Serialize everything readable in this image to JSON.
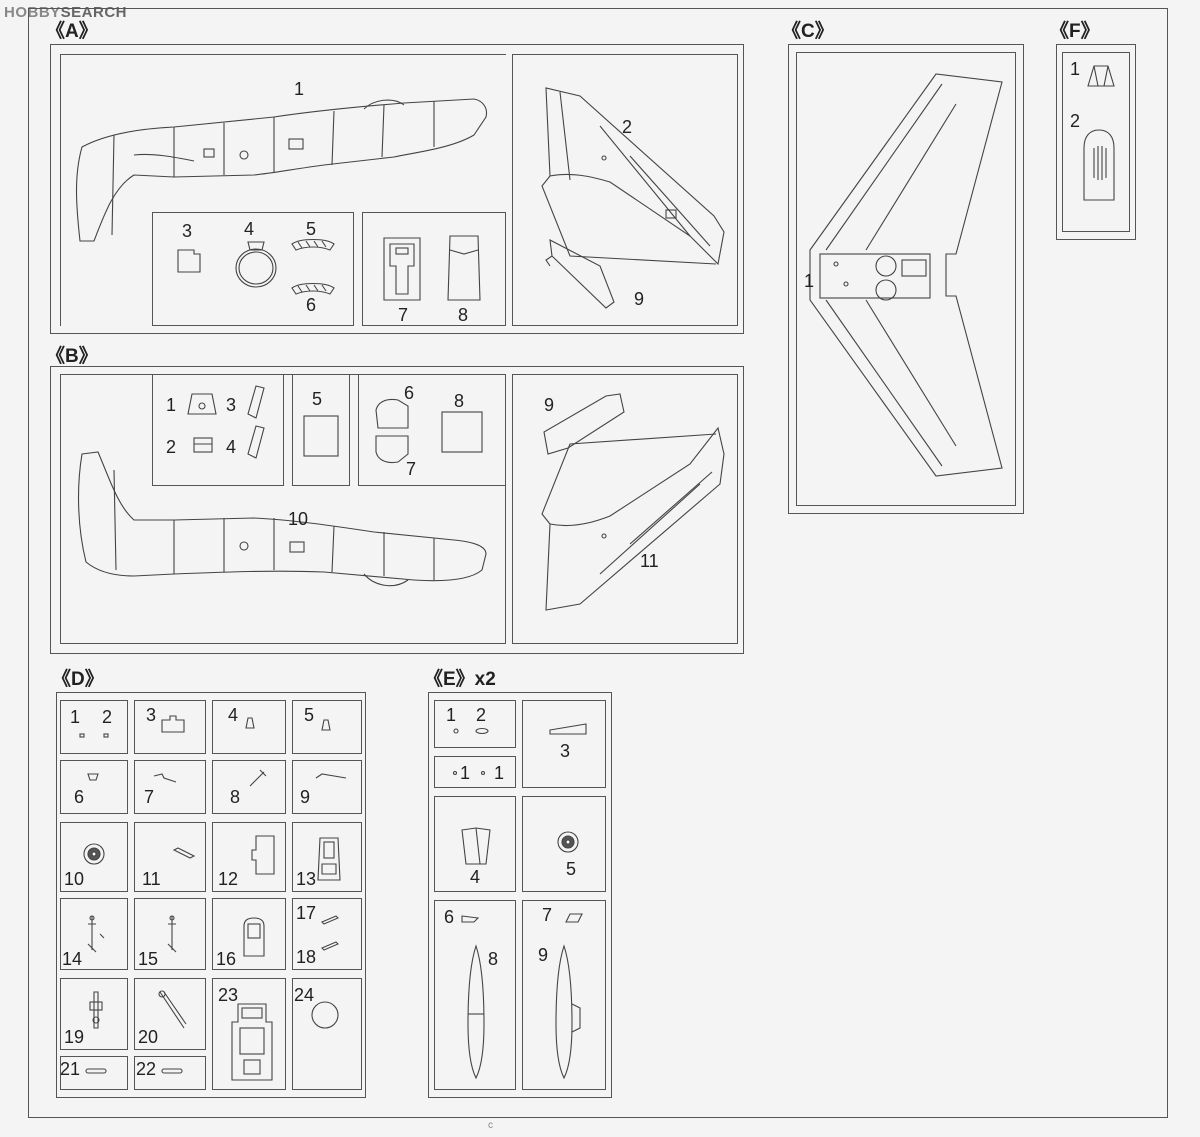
{
  "watermark": {
    "brand": "HOBBY",
    "suffix": "SEARCH"
  },
  "footer_mark": "c",
  "sections": {
    "A": {
      "label": "《A》",
      "parts": [
        "1",
        "2",
        "3",
        "4",
        "5",
        "6",
        "7",
        "8",
        "9"
      ]
    },
    "B": {
      "label": "《B》",
      "parts": [
        "1",
        "2",
        "3",
        "4",
        "5",
        "6",
        "7",
        "8",
        "9",
        "10",
        "11"
      ]
    },
    "C": {
      "label": "《C》",
      "parts": [
        "1"
      ]
    },
    "D": {
      "label": "《D》",
      "parts": [
        "1",
        "2",
        "3",
        "4",
        "5",
        "6",
        "7",
        "8",
        "9",
        "10",
        "11",
        "12",
        "13",
        "14",
        "15",
        "16",
        "17",
        "18",
        "19",
        "20",
        "21",
        "22",
        "23",
        "24"
      ]
    },
    "E": {
      "label": "《E》x2",
      "parts": [
        "1",
        "2",
        "1",
        "1",
        "3",
        "4",
        "5",
        "6",
        "7",
        "8",
        "9"
      ]
    },
    "F": {
      "label": "《F》",
      "parts": [
        "1",
        "2"
      ]
    }
  }
}
